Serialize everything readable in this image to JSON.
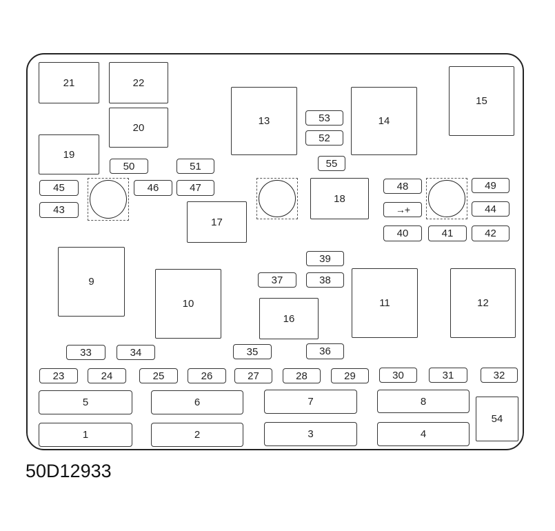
{
  "figure_code": "50D12933",
  "relays": [
    "21",
    "22",
    "20",
    "19",
    "13",
    "14",
    "15",
    "18",
    "17",
    "9",
    "10",
    "16",
    "11",
    "12"
  ],
  "fuses": [
    "53",
    "52",
    "55",
    "50",
    "51",
    "45",
    "46",
    "47",
    "43",
    "48",
    "49",
    "44",
    "40",
    "41",
    "42",
    "39",
    "37",
    "38",
    "33",
    "34",
    "35",
    "36",
    "23",
    "24",
    "25",
    "26",
    "27",
    "28",
    "29",
    "30",
    "31",
    "32"
  ],
  "maxi_fuses": [
    "5",
    "6",
    "7",
    "8",
    "1",
    "2",
    "3",
    "4",
    "54"
  ],
  "diode_symbol": "→+"
}
